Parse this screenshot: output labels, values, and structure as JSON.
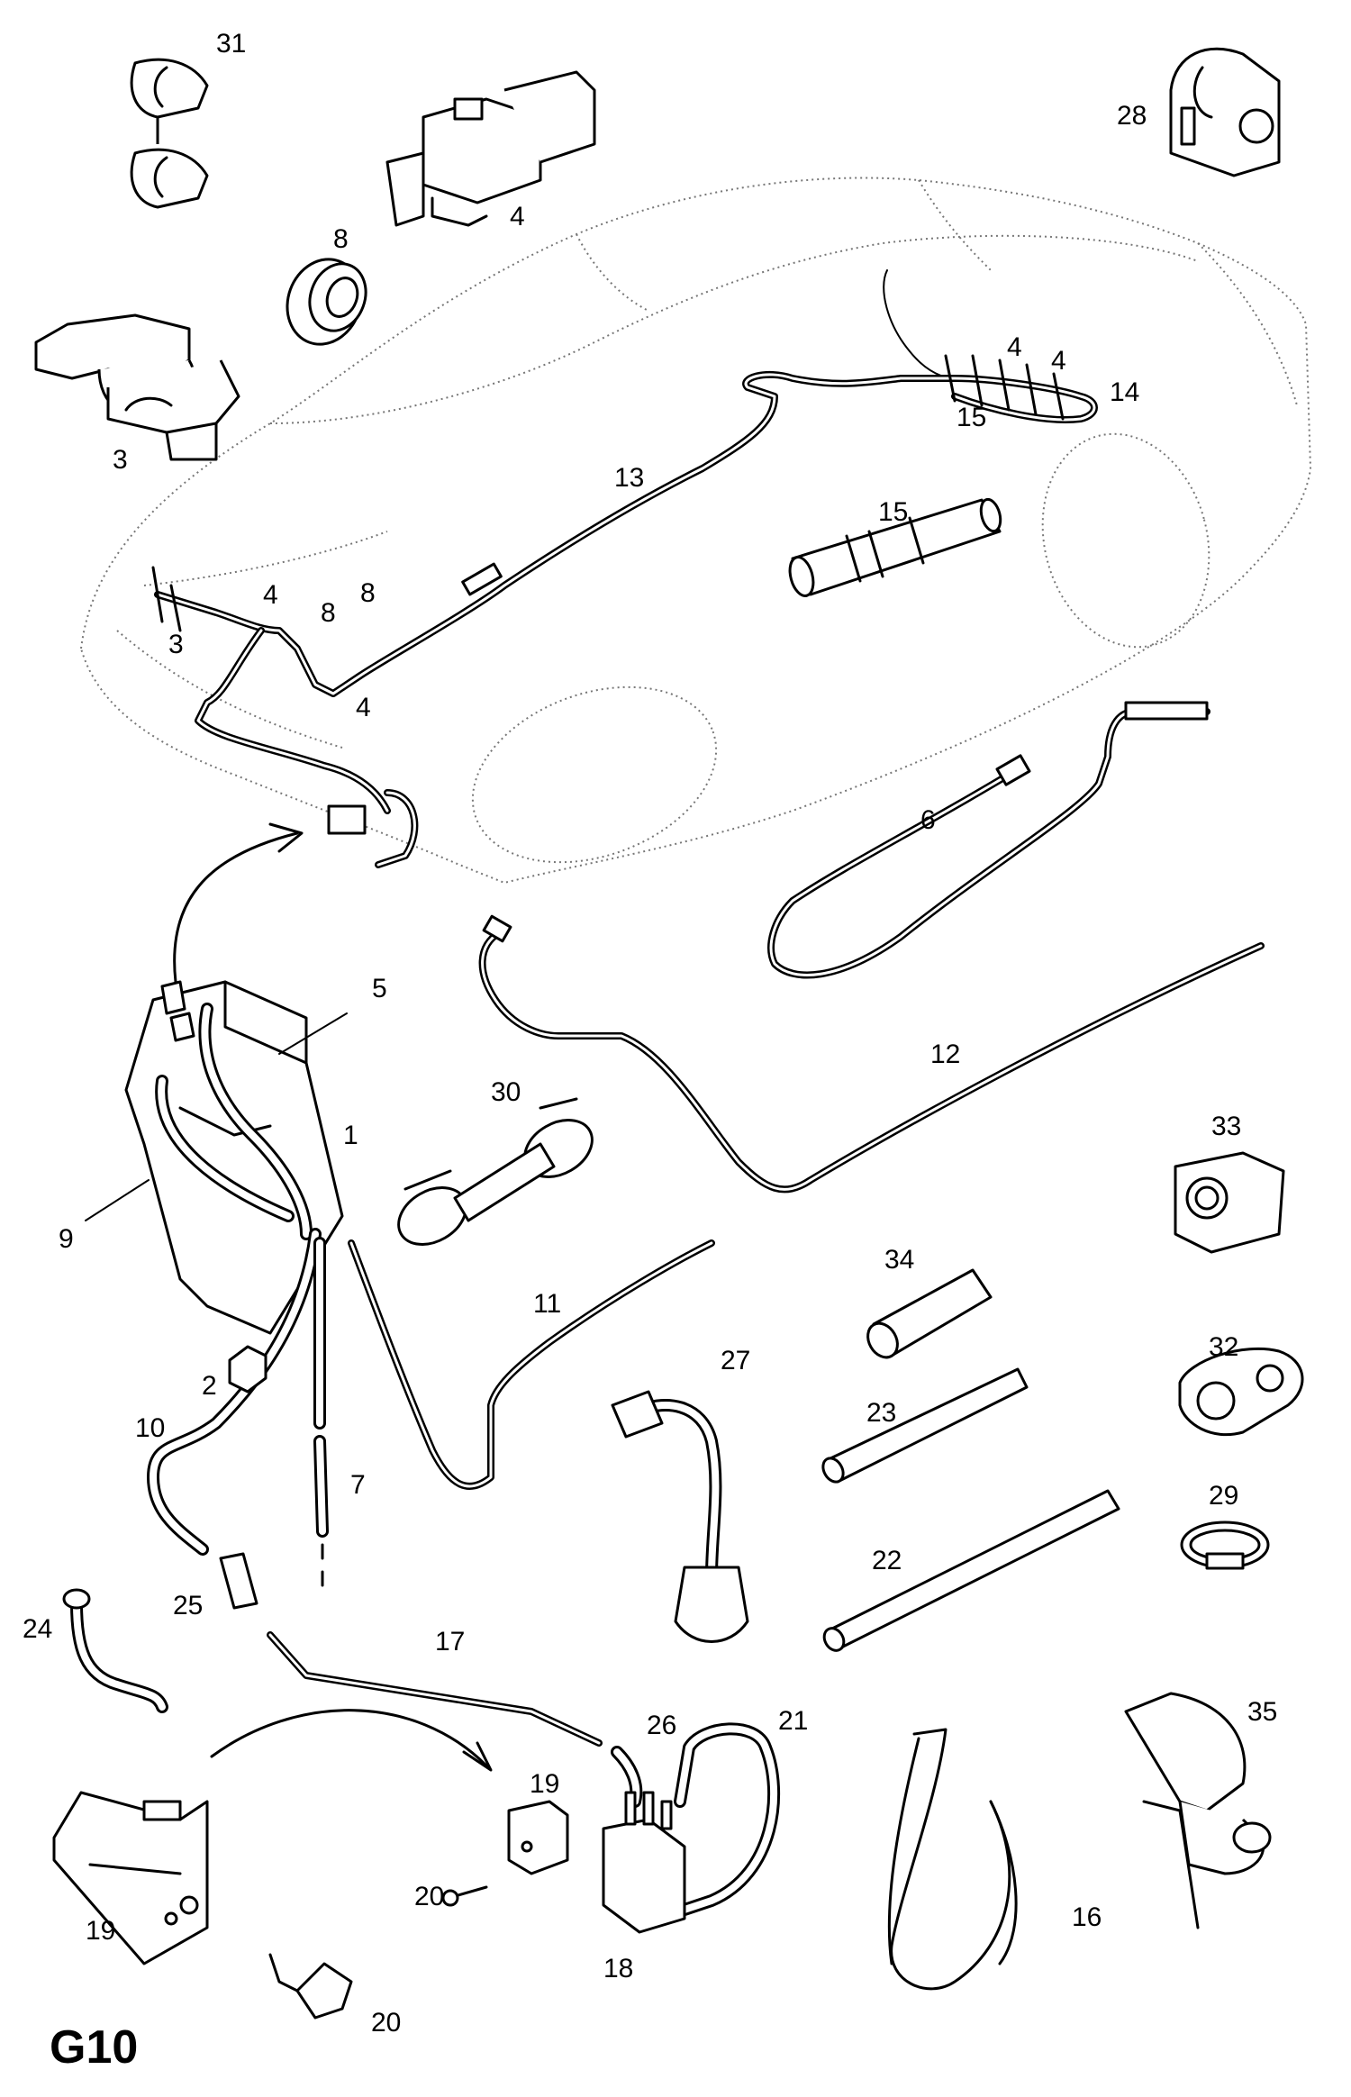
{
  "sheet_code": "G10",
  "callouts": {
    "c1": "1",
    "c2": "2",
    "c3a": "3",
    "c3b": "3",
    "c4a": "4",
    "c4b": "4",
    "c4c": "4",
    "c4d": "4",
    "c4e": "4",
    "c5": "5",
    "c6": "6",
    "c7": "7",
    "c8a": "8",
    "c8b": "8",
    "c8c": "8",
    "c9": "9",
    "c10": "10",
    "c11": "11",
    "c12": "12",
    "c13": "13",
    "c14": "14",
    "c15a": "15",
    "c15b": "15",
    "c16": "16",
    "c17": "17",
    "c18": "18",
    "c19a": "19",
    "c19b": "19",
    "c20a": "20",
    "c20b": "20",
    "c21": "21",
    "c22": "22",
    "c23": "23",
    "c24": "24",
    "c25": "25",
    "c26": "26",
    "c27": "27",
    "c28": "28",
    "c29": "29",
    "c30": "30",
    "c31": "31",
    "c32": "32",
    "c33": "33",
    "c34": "34",
    "c35": "35"
  }
}
